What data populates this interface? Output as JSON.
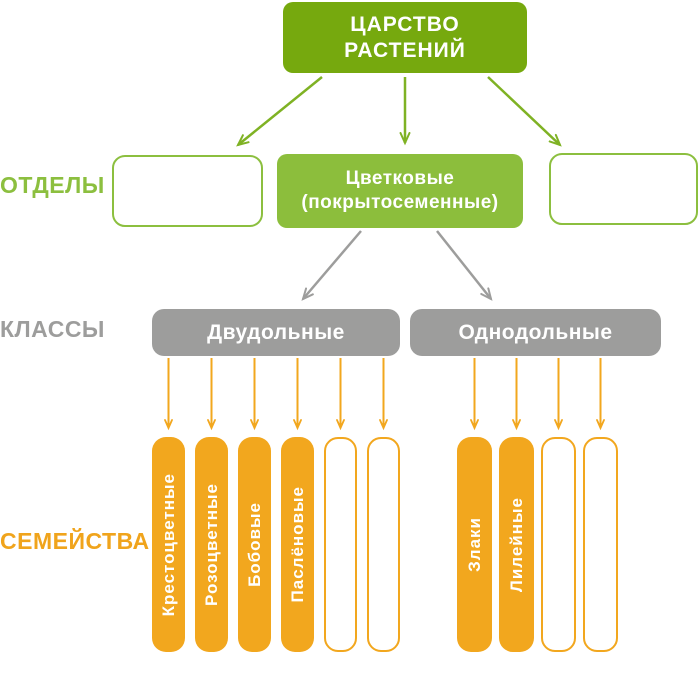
{
  "colors": {
    "kingdom_green": "#76a90e",
    "light_green": "#8cbe3c",
    "gray": "#9d9d9c",
    "orange": "#f2a71e"
  },
  "kingdom": {
    "line1": "ЦАРСТВО",
    "line2": "РАСТЕНИЙ"
  },
  "divisions": {
    "row_label": "ОТДЕЛЫ",
    "center_line1": "Цветковые",
    "center_line2": "(покрытосеменные)"
  },
  "classes": {
    "row_label": "КЛАССЫ",
    "left": "Двудольные",
    "right": "Однодольные"
  },
  "families": {
    "row_label": "СЕМЕЙСТВА",
    "dicot": [
      {
        "label": "Крестоцветные"
      },
      {
        "label": "Розоцветные"
      },
      {
        "label": "Бобовые"
      },
      {
        "label": "Паслёновые"
      },
      {
        "label": ""
      },
      {
        "label": ""
      }
    ],
    "monocot": [
      {
        "label": "Злаки"
      },
      {
        "label": "Лилейные"
      },
      {
        "label": ""
      },
      {
        "label": ""
      }
    ]
  }
}
